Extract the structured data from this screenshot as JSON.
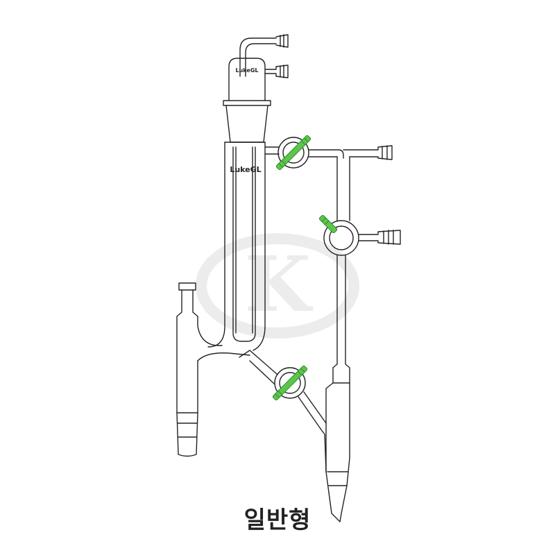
{
  "caption": "일반형",
  "labels": {
    "top_brand": "LukeGL",
    "mid_brand": "LukeGL"
  },
  "watermark": {
    "letter": "K"
  },
  "icons": [
    "apparatus-diagram",
    "watermark-k-logo",
    "stopcock-handle-icon"
  ],
  "colors": {
    "glass_line": "#222222",
    "stopcock_green": "#5cc64a",
    "stopcock_dark": "#2e8a2a",
    "watermark": "#ededed"
  }
}
